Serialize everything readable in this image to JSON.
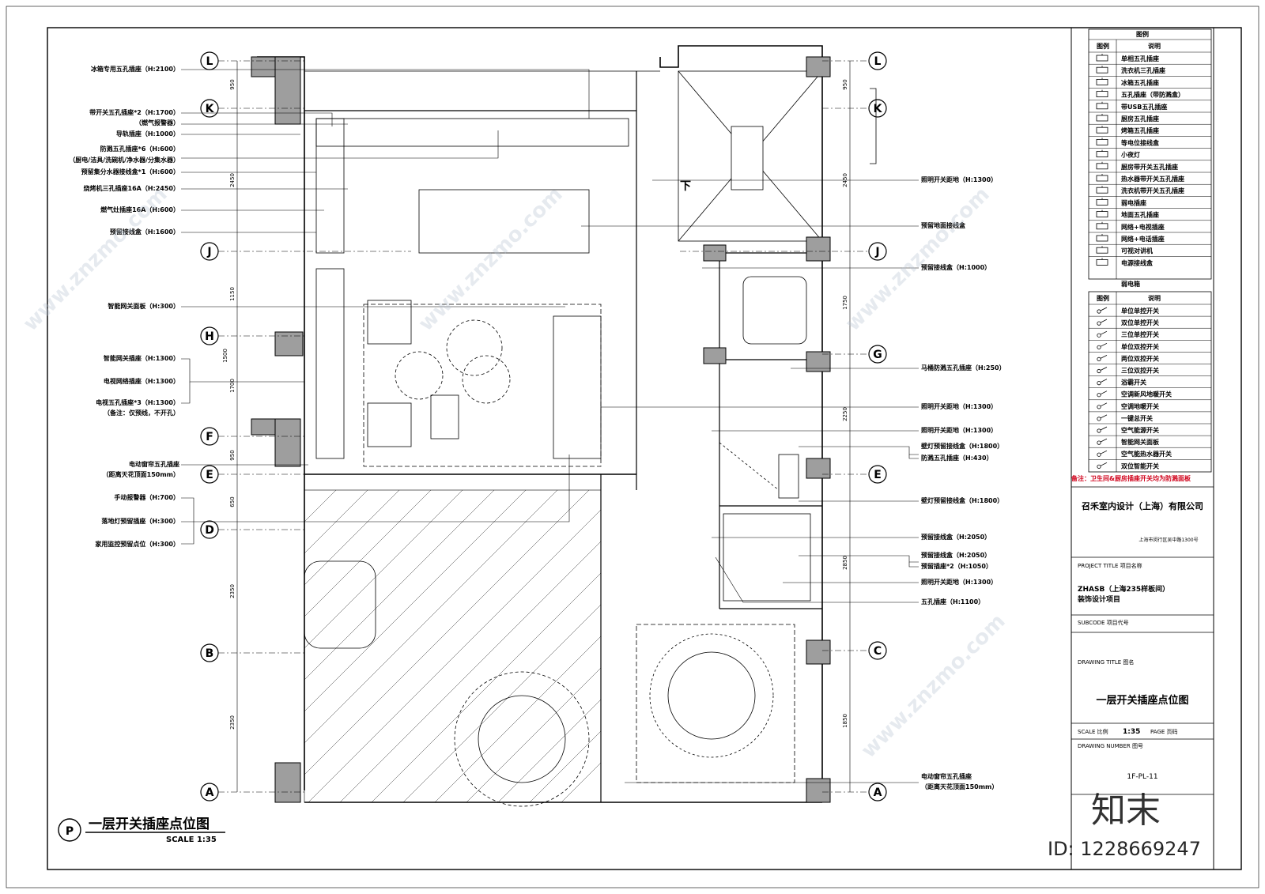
{
  "drawing": {
    "title": "一层开关插座点位图",
    "scale": "SCALE  1:35",
    "sheet_letter": "P",
    "stair_label": "下"
  },
  "axes": {
    "left": [
      "L",
      "K",
      "J",
      "H",
      "F",
      "E",
      "D",
      "B",
      "A"
    ],
    "right": [
      "L",
      "K",
      "J",
      "G",
      "E",
      "C",
      "A"
    ]
  },
  "dimensions": {
    "left": [
      "950",
      "2450",
      "1150",
      "1500",
      "1700",
      "950",
      "650",
      "2350",
      "2350"
    ],
    "right": [
      "950",
      "2450",
      "1750",
      "2250",
      "2850",
      "1850"
    ]
  },
  "left_callouts": [
    "冰箱专用五孔插座（H:2100）",
    "带开关五孔插座*2（H:1700）",
    "（燃气报警器）",
    "导轨插座（H:1000）",
    "防溅五孔插座*6（H:600）",
    "（厨电/洁具/洗碗机/净水器/分集水器）",
    "预留集分水器接线盒*1（H:600）",
    "烧烤机三孔插座16A（H:2450）",
    "燃气灶插座16A（H:600）",
    "预留接线盒（H:1600）",
    "智能网关面板（H:300）",
    "智能网关插座（H:1300）",
    "电视网络插座（H:1300）",
    "电视五孔插座*3（H:1300）",
    "（备注：仅预线，不开孔）",
    "电动窗帘五孔插座",
    "（距离天花顶面150mm）",
    "手动报警器（H:700）",
    "落地灯预留插座（H:300）",
    "家用监控预留点位（H:300）"
  ],
  "right_callouts": [
    "照明开关距地（H:1300）",
    "预留地面接线盒",
    "预留接线盒（H:1000）",
    "马桶防溅五孔插座（H:250）",
    "照明开关距地（H:1300）",
    "照明开关距地（H:1300）",
    "壁灯预留接线盒（H:1800）",
    "防溅五孔插座（H:430）",
    "壁灯预留接线盒（H:1800）",
    "预留接线盒（H:2050）",
    "预留接线盒（H:2050）",
    "预留插座*2（H:1050）",
    "照明开关距地（H:1300）",
    "五孔插座（H:1100）",
    "电动窗帘五孔插座",
    "（距离天花顶面150mm）"
  ],
  "legend_sockets": {
    "head_symbol": "图例",
    "head_desc": "说明",
    "header_top": "图例",
    "items": [
      "单相五孔插座",
      "洗衣机三孔插座",
      "冰箱五孔插座",
      "五孔插座（带防溅盒）",
      "带USB五孔插座",
      "厨房五孔插座",
      "烤箱五孔插座",
      "等电位接线盒",
      "小夜灯",
      "厨房带开关五孔插座",
      "热水器带开关五孔插座",
      "洗衣机带开关五孔插座",
      "弱电插座",
      "地面五孔插座",
      "网络+电视插座",
      "网络+电话插座",
      "可视对讲机",
      "电源接线盒"
    ],
    "footer": "弱电箱"
  },
  "legend_switches": {
    "head_symbol": "图例",
    "head_desc": "说明",
    "items": [
      "单位单控开关",
      "双位单控开关",
      "三位单控开关",
      "单位双控开关",
      "两位双控开关",
      "三位双控开关",
      "浴霸开关",
      "空调新风地暖开关",
      "空调地暖开关",
      "一键总开关",
      "空气能源开关",
      "智能网关面板",
      "空气能热水器开关",
      "双位智能开关"
    ],
    "note": "备注：卫生间&厨房插座开关均为防溅面板"
  },
  "title_block": {
    "company": "召禾室内设计（上海）有限公司",
    "address": "上海市闵行区吴中路1300号",
    "project_title_label": "PROJECT TITLE 项目名称",
    "project_name_1": "ZHASB（上海235样板间）",
    "project_name_2": "装饰设计项目",
    "subcode_label": "SUBCODE 项目代号",
    "drawing_title_label": "DRAWING TITLE 图名",
    "drawing_title": "一层开关插座点位图",
    "scale_label": "SCALE 比例",
    "scale_value": "1:35",
    "page_label": "PAGE 页码",
    "drawing_number_label": "DRAWING NUMBER 图号",
    "drawing_number": "1F-PL-11"
  },
  "watermark": {
    "brand": "知末",
    "site": "www.znzmo.com",
    "id": "ID: 1228669247"
  }
}
